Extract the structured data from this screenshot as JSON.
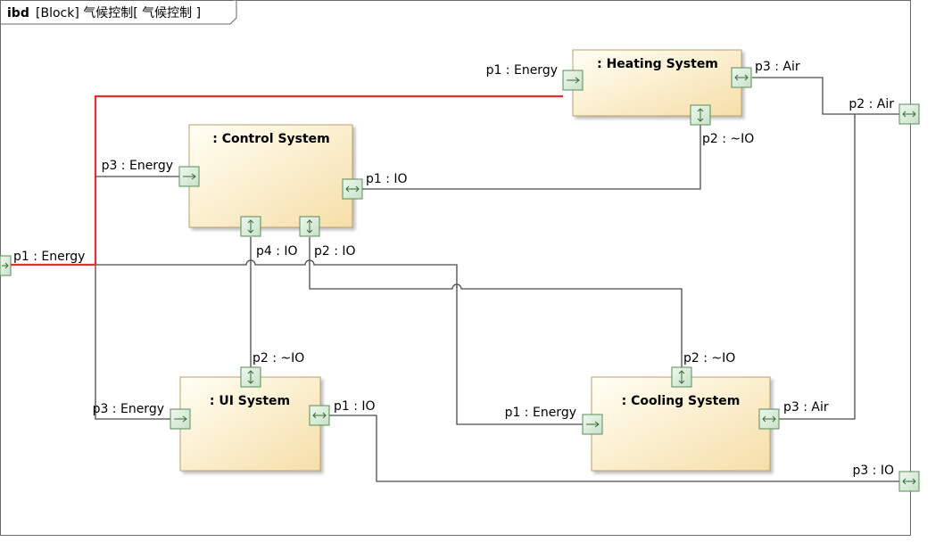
{
  "diagram": {
    "frame": {
      "kind": "ibd",
      "title": "[Block] 气候控制[ 气候控制 ]"
    },
    "blocks": [
      {
        "id": "heating",
        "title": ": Heating System"
      },
      {
        "id": "control",
        "title": ": Control System"
      },
      {
        "id": "ui",
        "title": ": UI System"
      },
      {
        "id": "cooling",
        "title": ": Cooling System"
      }
    ],
    "port_labels": {
      "frame_p1": "p1 : Energy",
      "frame_p2": "p2 : Air",
      "frame_p3": "p3 : IO",
      "heating_p1": "p1 : Energy",
      "heating_p3": "p3 : Air",
      "heating_p2": "p2 : ~IO",
      "control_p3": "p3 : Energy",
      "control_p1": "p1 : IO",
      "control_p4": "p4 : IO",
      "control_p2": "p2 : IO",
      "ui_p2": "p2 : ~IO",
      "ui_p3": "p3 : Energy",
      "ui_p1": "p1 : IO",
      "cooling_p2": "p2 : ~IO",
      "cooling_p1": "p1 : Energy",
      "cooling_p3": "p3 : Air"
    },
    "colors": {
      "highlight_connector": "#e03030",
      "block_fill_start": "#fffff0",
      "block_fill_end": "#f8e0a8",
      "port_fill": "#d8ecd8",
      "port_stroke": "#5a8a5a"
    }
  }
}
